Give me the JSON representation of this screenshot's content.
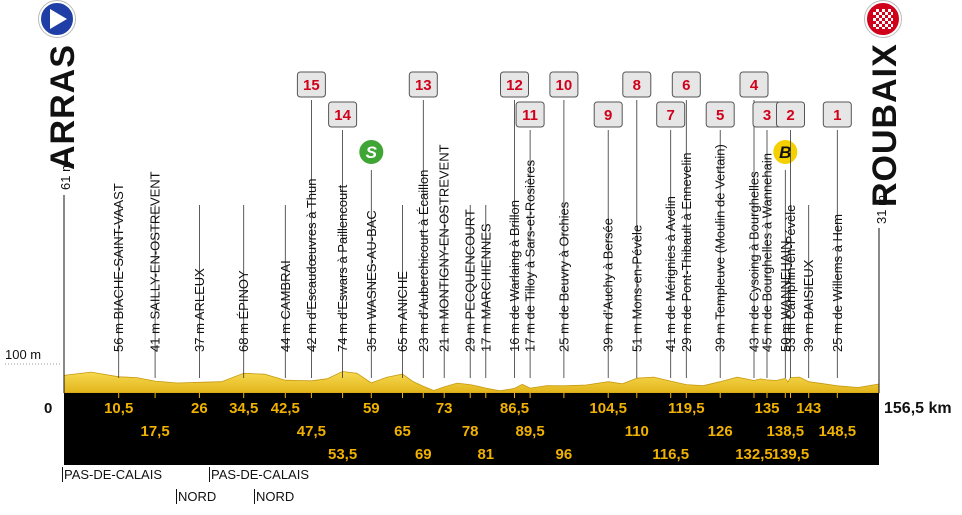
{
  "colors": {
    "terrain": "#f3cf3a",
    "terrain_shadow": "#d9a90e",
    "band": "#000000",
    "km_text": "#f0b100",
    "sector_text": "#d0021b",
    "sector_box": "#e6e6e6",
    "start_icon": "#1f3fa6",
    "sprint_icon": "#3fa535",
    "bonus_icon": "#f5d000",
    "finish_icon": "#d0021b"
  },
  "stage": {
    "start_city": "ARRAS",
    "start_alt": "61 m",
    "finish_city": "ROUBAIX",
    "finish_alt": "31 m",
    "total_km": 156.5,
    "total_label": "156,5 km",
    "zero_label": "0",
    "alt_tick_label": "100 m",
    "start_icon": "play-icon",
    "finish_icon": "checkered-flag-icon"
  },
  "chart_data": {
    "type": "area",
    "x_range": [
      0,
      156.5
    ],
    "waypoints": [
      {
        "km": 10.5,
        "km_label": "10,5",
        "label": "56 m BIACHE-SAINT-VAAST"
      },
      {
        "km": 17.5,
        "km_label": "17,5",
        "label": "41 m SAILLY-EN-OSTREVENT"
      },
      {
        "km": 26,
        "km_label": "26",
        "label": "37 m ARLEUX"
      },
      {
        "km": 34.5,
        "km_label": "34,5",
        "label": "68 m ÉPINOY"
      },
      {
        "km": 42.5,
        "km_label": "42,5",
        "label": "44 m CAMBRAI"
      },
      {
        "km": 47.5,
        "km_label": "47,5",
        "label": "42 m d'Escaudœuvres à Thun",
        "sector": "15"
      },
      {
        "km": 53.5,
        "km_label": "53,5",
        "label": "74 m d'Eswars à Paillencourt",
        "sector": "14"
      },
      {
        "km": 59,
        "km_label": "59",
        "label": "35 m WASNES-AU-BAC",
        "icon": "sprint-icon",
        "icon_text": "S"
      },
      {
        "km": 65,
        "km_label": "65",
        "label": "65 m ANICHE"
      },
      {
        "km": 69,
        "km_label": "69",
        "label": "23 m d'Auberchicourt à Écaillon",
        "sector": "13"
      },
      {
        "km": 73,
        "km_label": "73",
        "label": "21 m MONTIGNY-EN-OSTREVENT"
      },
      {
        "km": 78,
        "km_label": "78",
        "label": "29 m PECQUENCOURT"
      },
      {
        "km": 81,
        "km_label": "81",
        "label": "17 m MARCHIENNES"
      },
      {
        "km": 86.5,
        "km_label": "86,5",
        "label": "16 m de Warlaing à Brillon",
        "sector": "12"
      },
      {
        "km": 89.5,
        "km_label": "89,5",
        "label": "17 m de Tilloy à Sars-et-Rosières",
        "sector": "11"
      },
      {
        "km": 96,
        "km_label": "96",
        "label": "25 m de Beuvry à Orchies",
        "sector": "10"
      },
      {
        "km": 104.5,
        "km_label": "104,5",
        "label": "39 m d'Auchy à Bersée",
        "sector": "9"
      },
      {
        "km": 110,
        "km_label": "110",
        "label": "51 m Mons-en-Pévèle",
        "sector": "8"
      },
      {
        "km": 116.5,
        "km_label": "116,5",
        "label": "41 m de Mérignies à Avelin",
        "sector": "7"
      },
      {
        "km": 119.5,
        "km_label": "119,5",
        "label": "29 m de Pont-Thibault à Ennevelin",
        "sector": "6"
      },
      {
        "km": 126,
        "km_label": "126",
        "label": "39 m Templeuve (Moulin de Vertain)",
        "sector": "5"
      },
      {
        "km": 132.5,
        "km_label": "132,5",
        "label": "43 m de Cysoing à Bourghelles",
        "sector": "4"
      },
      {
        "km": 135,
        "km_label": "135",
        "label": "45 m de Bourghelles à Wannehain",
        "sector": "3"
      },
      {
        "km": 138.5,
        "km_label": "138,5",
        "label": "50 m WANNEHAIN",
        "icon": "bonus-icon",
        "icon_text": "B"
      },
      {
        "km": 139.5,
        "km_label": "139,5",
        "label": "53 m Camphin-en-Pévèle",
        "sector": "2"
      },
      {
        "km": 143,
        "km_label": "143",
        "label": "39 m BAISIEUX"
      },
      {
        "km": 148.5,
        "km_label": "148,5",
        "label": "25 m de Willems à Hem",
        "sector": "1"
      }
    ]
  },
  "regions": [
    {
      "label": "PAS-DE-CALAIS"
    },
    {
      "label": "PAS-DE-CALAIS"
    },
    {
      "label": "NORD"
    },
    {
      "label": "NORD"
    }
  ]
}
